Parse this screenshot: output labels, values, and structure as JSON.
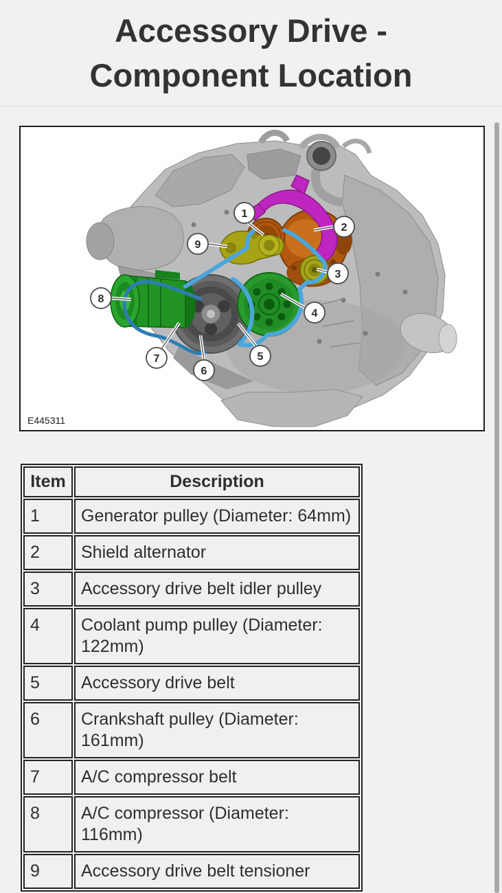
{
  "page": {
    "title_line1": "Accessory Drive -",
    "title_line2": "Component Location"
  },
  "figure": {
    "code": "E445311",
    "callouts": [
      {
        "label": "1"
      },
      {
        "label": "2"
      },
      {
        "label": "3"
      },
      {
        "label": "4"
      },
      {
        "label": "5"
      },
      {
        "label": "6"
      },
      {
        "label": "7"
      },
      {
        "label": "8"
      },
      {
        "label": "9"
      }
    ],
    "colors": {
      "shield": "#bf25bf",
      "alternator": "#b2590f",
      "generator_pulley": "#b2590f",
      "idler": "#a8a518",
      "tensioner": "#a6a316",
      "coolant_pulley": "#2a9a2e",
      "compressor": "#219424",
      "belt": "#4aa6dc",
      "ac_belt": "#2e7cb4"
    }
  },
  "table": {
    "headers": {
      "item": "Item",
      "description": "Description"
    },
    "rows": [
      {
        "item": "1",
        "description": "Generator pulley (Diameter: 64mm)"
      },
      {
        "item": "2",
        "description": "Shield alternator"
      },
      {
        "item": "3",
        "description": "Accessory drive belt idler pulley"
      },
      {
        "item": "4",
        "description": "Coolant pump pulley (Diameter: 122mm)"
      },
      {
        "item": "5",
        "description": "Accessory drive belt"
      },
      {
        "item": "6",
        "description": "Crankshaft pulley (Diameter: 161mm)"
      },
      {
        "item": "7",
        "description": "A/C compressor belt"
      },
      {
        "item": "8",
        "description": "A/C compressor (Diameter: 116mm)"
      },
      {
        "item": "9",
        "description": "Accessory drive belt tensioner"
      }
    ]
  }
}
